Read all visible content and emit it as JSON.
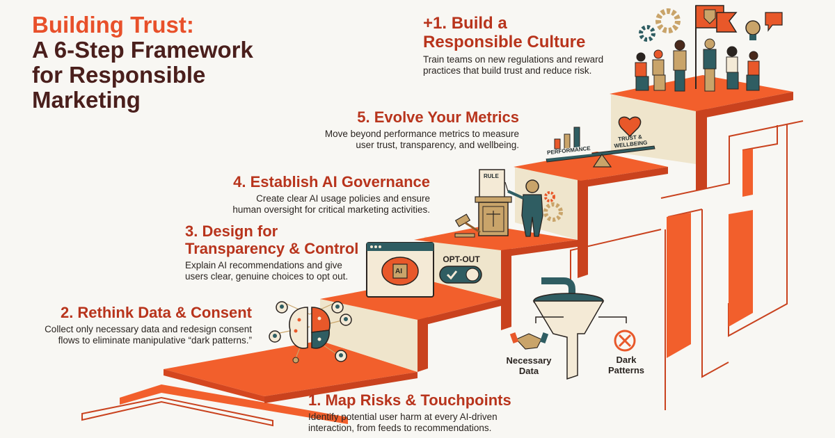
{
  "title": {
    "line1": "Building Trust:",
    "line2": "A 6-Step Framework",
    "line3": "for Responsible",
    "line4": "Marketing"
  },
  "steps": [
    {
      "number": "1.",
      "heading": "1. Map Risks & Touchpoints",
      "body_line1": "Identify potential user harm at every AI-driven",
      "body_line2": "interaction, from feeds to recommendations.",
      "icon": "funnel-filter-icon"
    },
    {
      "number": "2.",
      "heading": "2. Rethink Data & Consent",
      "body_line1": "Collect only necessary data and redesign consent",
      "body_line2": "flows to eliminate manipulative “dark patterns.”",
      "icon": "brain-network-icon"
    },
    {
      "number": "3.",
      "heading_line1": "3. Design for",
      "heading_line2": "Transparency & Control",
      "body_line1": "Explain AI recommendations and give",
      "body_line2": "users clear, genuine choices to opt out.",
      "icon": "ai-window-icon"
    },
    {
      "number": "4.",
      "heading": "4. Establish AI Governance",
      "body_line1": "Create clear AI usage policies and ensure",
      "body_line2": "human oversight for critical marketing activities.",
      "icon": "governance-podium-icon"
    },
    {
      "number": "5.",
      "heading": "5. Evolve Your Metrics",
      "body_line1": "Move beyond performance metrics to measure",
      "body_line2": "user trust, transparency, and wellbeing.",
      "icon": "balance-scale-icon"
    },
    {
      "number": "+1.",
      "heading_line1": "+1. Build a",
      "heading_line2": "Responsible Culture",
      "body_line1": "Train teams on new regulations and reward",
      "body_line2": "practices that build trust and reduce risk.",
      "icon": "team-flag-icon"
    }
  ],
  "illustrations": {
    "funnel": {
      "left_label_1": "Necessary",
      "left_label_2": "Data",
      "right_label_1": "Dark",
      "right_label_2": "Patterns"
    },
    "ai_window": {
      "chip_label": "AI",
      "toggle_label": "OPT-OUT"
    },
    "governance": {
      "document_label": "RULE"
    },
    "metrics": {
      "left_label": "PERFORMANCE",
      "right_label_1": "TRUST &",
      "right_label_2": "WELLBEING"
    }
  },
  "colors": {
    "accent_orange": "#f05a28",
    "dark_orange": "#c9421e",
    "riser_cream": "#efe5cc",
    "heading_red": "#b8341c",
    "title_dark": "#4a1f1c",
    "teal": "#2f5d62",
    "tan": "#c9a46a",
    "background": "#f8f7f3"
  }
}
